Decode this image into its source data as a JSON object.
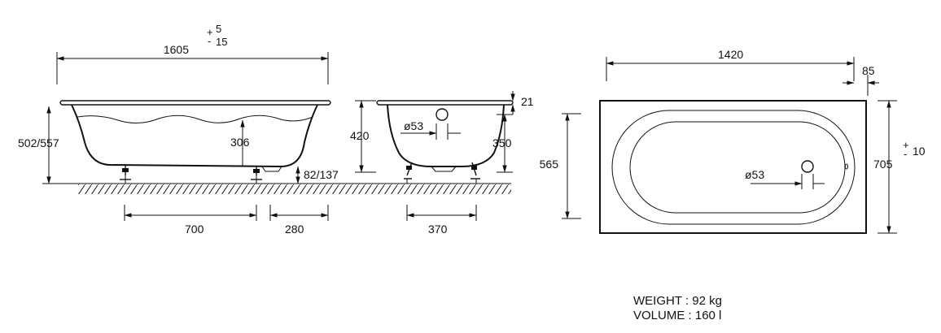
{
  "dimensions": {
    "length_total": "1605",
    "tol_plus": "+",
    "tol_plus_val": "5",
    "tol_minus": "-",
    "tol_minus_val": "15",
    "height_total": "502/557",
    "depth_inner": "306",
    "foot_height": "82/137",
    "feet_spacing": "700",
    "foot_offset": "280",
    "rim_thickness": "21",
    "side_height": "420",
    "side_inner": "350",
    "drain_side": "ø53",
    "side_feet_spacing": "370",
    "plan_inner_length": "1420",
    "plan_edge": "85",
    "plan_inner_width": "565",
    "plan_total_width": "705",
    "plan_tol_plus": "+",
    "plan_tol_minus": "-",
    "plan_tol_val": "10",
    "drain_plan": "ø53"
  },
  "specs": {
    "weight": "WEIGHT : 92 kg",
    "volume": "VOLUME : 160 l"
  }
}
